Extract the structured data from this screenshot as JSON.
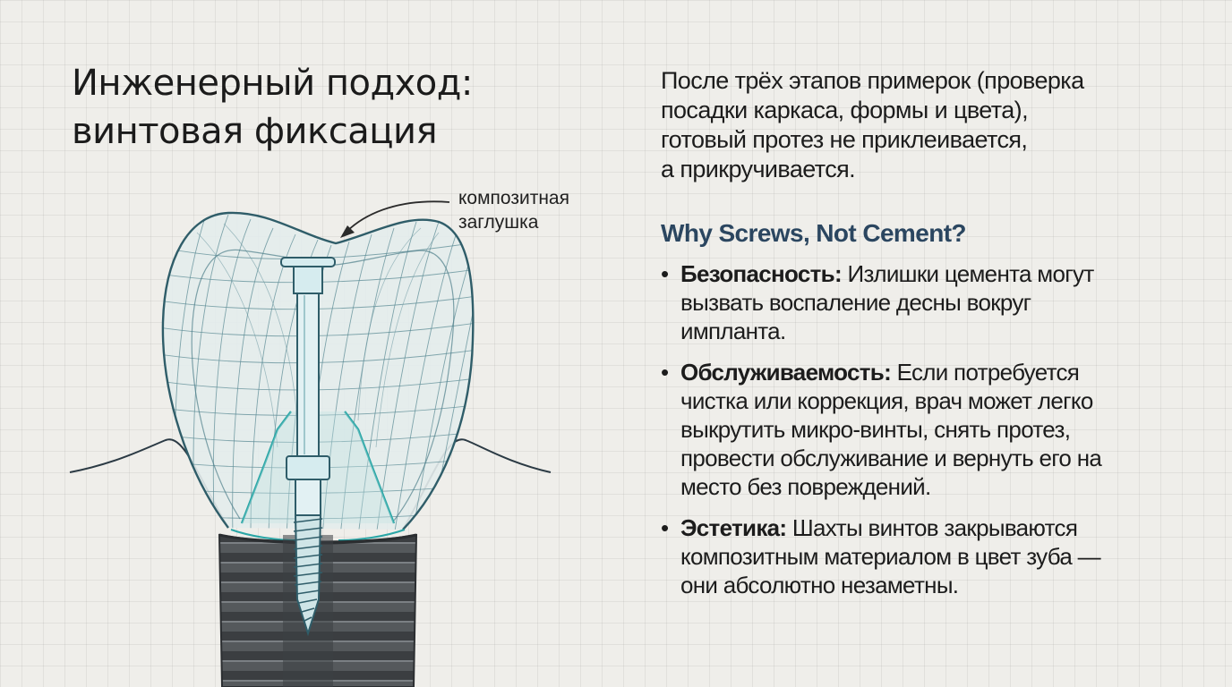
{
  "title": {
    "line1": "Инженерный подход:",
    "line2": "винтовая фиксация"
  },
  "diagram": {
    "callout_line1": "композитная",
    "callout_line2": "заглушка",
    "colors": {
      "outline": "#2f5d69",
      "teal": "#2aa6a6",
      "implant": "#4a4d50",
      "screw": "#cfe9ec"
    }
  },
  "intro": {
    "line1": "После трёх этапов примерок (проверка",
    "line2": "посадки каркаса, формы и цвета),",
    "line3": "готовый протез не приклеивается,",
    "line4": "а прикручивается."
  },
  "subheading": "Why Screws, Not Cement?",
  "points": [
    {
      "bullet": "•",
      "term": "Безопасность:",
      "text_line1": "Излишки цемента могут",
      "text_lines": [
        "вызвать воспаление десны вокруг",
        "импланта."
      ]
    },
    {
      "bullet": "•",
      "term": "Обслуживаемость:",
      "text_line1": "Если потребуется",
      "text_lines": [
        "чистка или коррекция, врач может легко",
        "выкрутить микро-винты, снять протез,",
        "провести обслуживание и вернуть его на",
        "место без повреждений."
      ]
    },
    {
      "bullet": "•",
      "term": "Эстетика:",
      "text_line1": "Шахты винтов закрываются",
      "text_lines": [
        "композитным материалом в цвет зуба —",
        "они абсолютно незаметны."
      ]
    }
  ]
}
